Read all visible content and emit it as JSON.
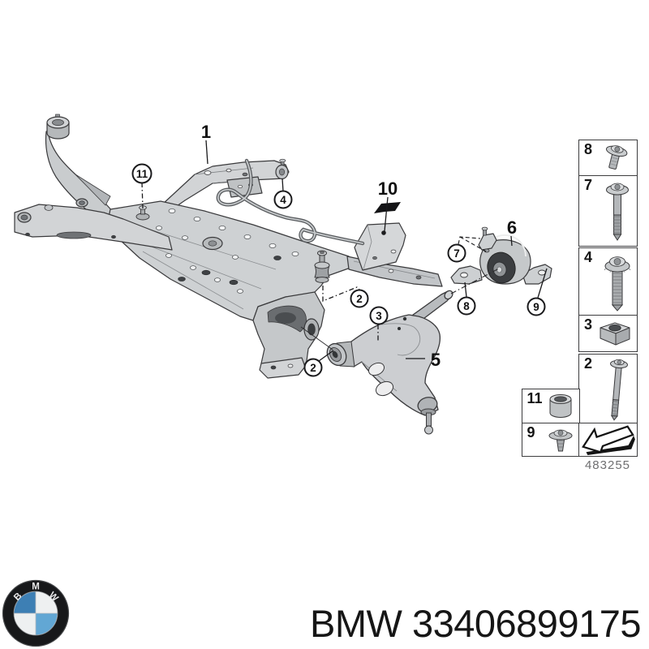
{
  "colors": {
    "logo_blue": "#4086b8",
    "line_ink": "#1a1a1c",
    "part_gray": "#ccced1"
  },
  "callouts": {
    "c1": "1",
    "c2a": "2",
    "c2b": "2",
    "c3": "3",
    "c4": "4",
    "c5": "5",
    "c6": "6",
    "c7": "7",
    "c8": "8",
    "c9": "9",
    "c10": "10",
    "c11": "11"
  },
  "panel": {
    "cells": {
      "b8": "8",
      "b7": "7",
      "b4": "4",
      "b3": "3",
      "b2": "2",
      "b11": "11",
      "b9": "9"
    },
    "ref_number": "483255"
  },
  "footer": {
    "logo_letters": [
      "B",
      "M",
      "W"
    ],
    "part_number": "BMW 33406899175"
  }
}
